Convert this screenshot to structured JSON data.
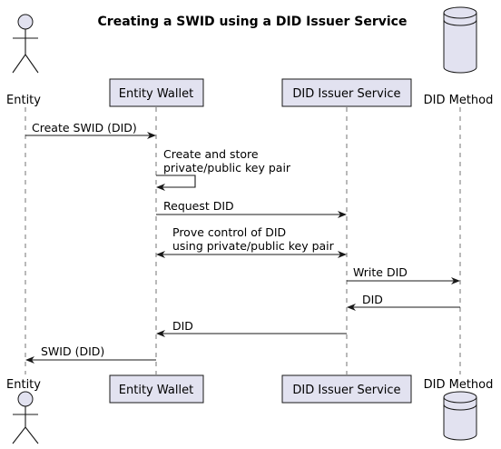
{
  "title": "Creating a SWID using a DID Issuer Service",
  "participants": [
    {
      "key": "entity",
      "label": "Entity",
      "shape": "actor"
    },
    {
      "key": "wallet",
      "label": "Entity Wallet",
      "shape": "participant"
    },
    {
      "key": "issuer",
      "label": "DID Issuer Service",
      "shape": "participant"
    },
    {
      "key": "method",
      "label": "DID Method",
      "shape": "database"
    }
  ],
  "messages": [
    {
      "from": "entity",
      "to": "wallet",
      "lines": [
        "Create SWID (DID)"
      ]
    },
    {
      "from": "wallet",
      "to": "wallet",
      "lines": [
        "Create and store",
        "private/public key pair"
      ]
    },
    {
      "from": "wallet",
      "to": "issuer",
      "lines": [
        "Request DID"
      ]
    },
    {
      "from": "wallet",
      "to": "issuer",
      "bidirectional": true,
      "lines": [
        "Prove control of DID",
        "using private/public key pair"
      ]
    },
    {
      "from": "issuer",
      "to": "method",
      "lines": [
        "Write DID"
      ]
    },
    {
      "from": "method",
      "to": "issuer",
      "lines": [
        "DID"
      ]
    },
    {
      "from": "issuer",
      "to": "wallet",
      "lines": [
        "DID"
      ]
    },
    {
      "from": "wallet",
      "to": "entity",
      "lines": [
        "SWID (DID)"
      ]
    }
  ]
}
